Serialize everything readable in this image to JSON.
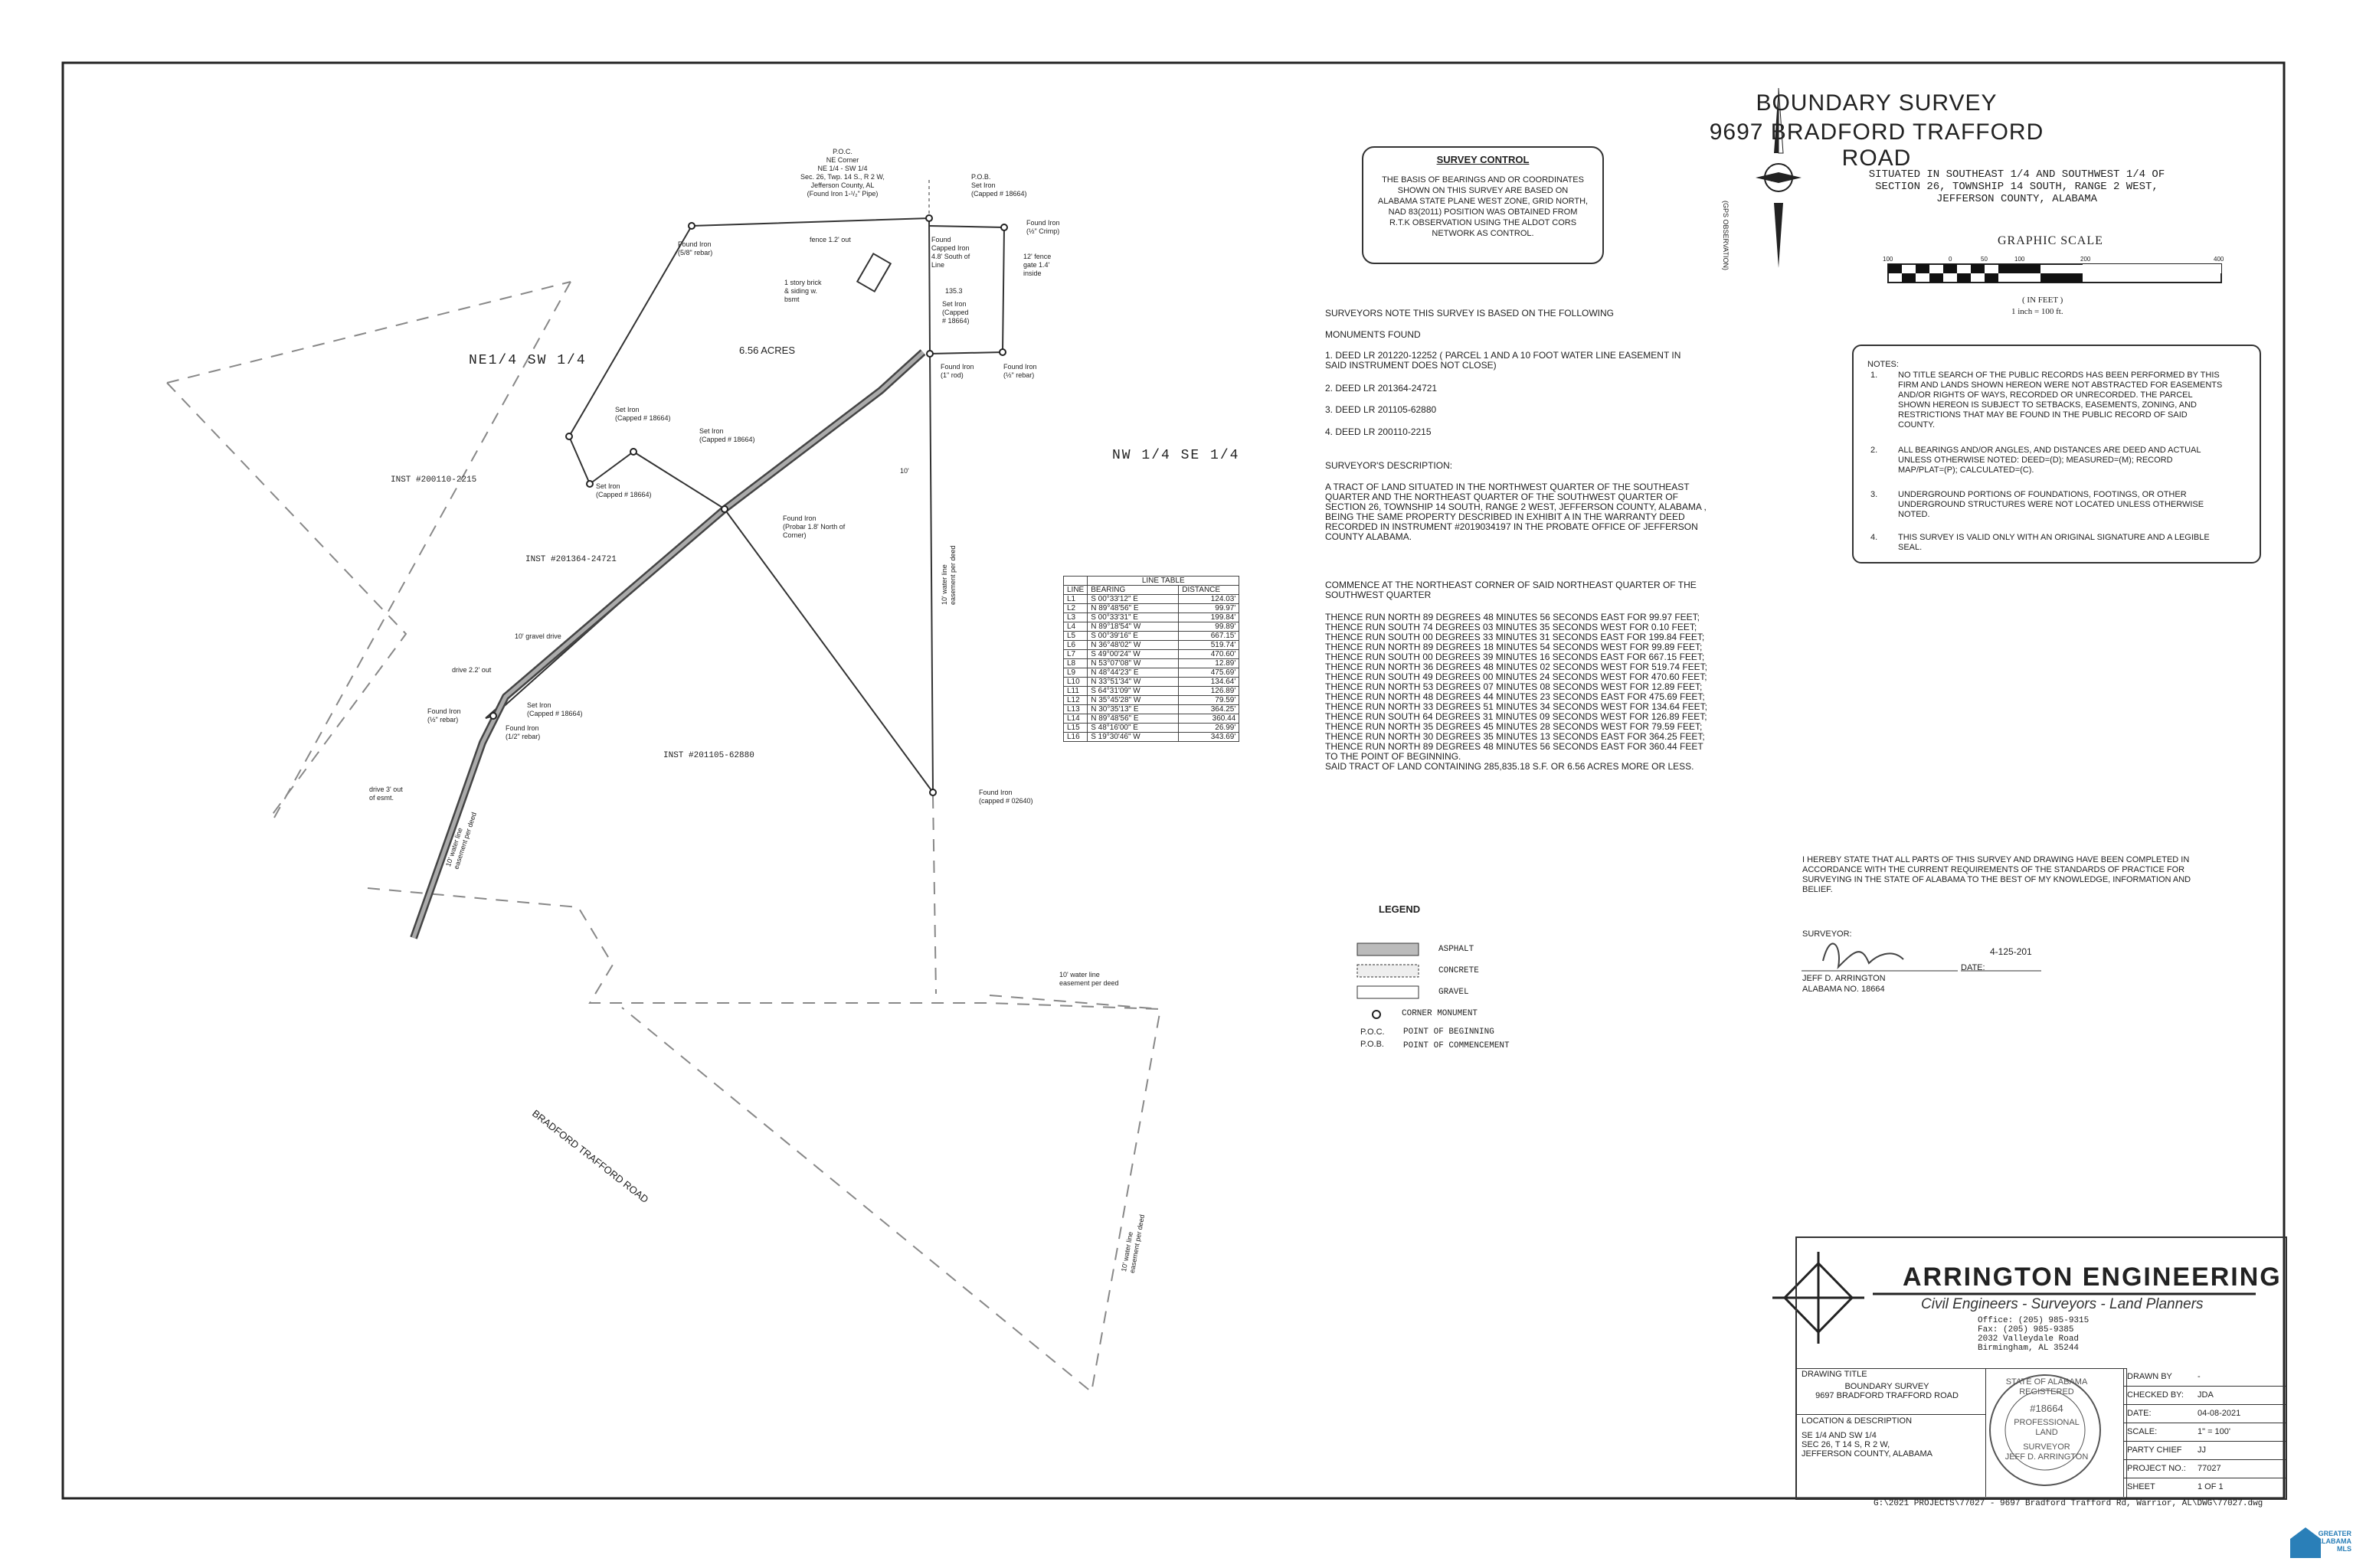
{
  "title": {
    "line1": "BOUNDARY SURVEY",
    "line2": "9697 BRADFORD TRAFFORD ROAD",
    "subtitle": "SITUATED IN SOUTHEAST 1/4 AND SOUTHWEST 1/4 OF\nSECTION 26, TOWNSHIP 14 SOUTH, RANGE 2 WEST,\nJEFFERSON COUNTY, ALABAMA"
  },
  "north_arrow": {
    "label": "(GPS OBSERVATION)",
    "letter": "N"
  },
  "graphic_scale": {
    "title": "GRAPHIC SCALE",
    "ticks": [
      "100",
      "0",
      "50",
      "100",
      "200",
      "400"
    ],
    "unit": "( IN FEET )",
    "ratio": "1 inch = 100 ft."
  },
  "survey_control": {
    "heading": "SURVEY CONTROL",
    "body": "THE BASIS OF BEARINGS AND OR COORDINATES SHOWN ON THIS SURVEY ARE BASED ON ALABAMA STATE PLANE WEST ZONE, GRID NORTH, NAD 83(2011) POSITION WAS OBTAINED FROM R.T.K OBSERVATION USING THE ALDOT CORS NETWORK AS CONTROL."
  },
  "description": {
    "intro": "SURVEYORS NOTE THIS SURVEY IS BASED ON THE FOLLOWING",
    "monuments_heading": "MONUMENTS FOUND",
    "deeds": [
      "1.    DEED LR 201220-12252 ( PARCEL 1 AND A 10  FOOT WATER LINE EASEMENT IN\n        SAID INSTRUMENT DOES NOT CLOSE)",
      "2.    DEED LR 201364-24721",
      "3.    DEED LR 201105-62880",
      "4.    DEED LR 200110-2215"
    ],
    "desc_heading": "SURVEYOR'S DESCRIPTION:",
    "tract": "A TRACT OF LAND SITUATED IN THE NORTHWEST QUARTER OF THE  SOUTHEAST\nQUARTER AND THE NORTHEAST QUARTER OF THE SOUTHWEST QUARTER OF\nSECTION 26, TOWNSHIP 14 SOUTH, RANGE 2 WEST, JEFFERSON COUNTY, ALABAMA ,\nBEING THE SAME PROPERTY  DESCRIBED IN EXHIBIT A IN THE WARRANTY DEED\nRECORDED IN INSTRUMENT #2019034197 IN THE PROBATE OFFICE OF JEFFERSON\nCOUNTY ALABAMA.",
    "commence": "COMMENCE AT THE NORTHEAST CORNER  OF SAID NORTHEAST QUARTER OF THE\nSOUTHWEST QUARTER",
    "calls": "THENCE RUN NORTH 89 DEGREES 48 MINUTES 56 SECONDS EAST FOR 99.97 FEET;\nTHENCE RUN SOUTH 74 DEGREES 03 MINUTES 35 SECONDS WEST FOR 0.10 FEET;\nTHENCE RUN SOUTH 00 DEGREES 33 MINUTES 31 SECONDS EAST FOR 199.84 FEET;\nTHENCE RUN NORTH 89 DEGREES 18 MINUTES 54 SECONDS WEST FOR 99.89 FEET;\nTHENCE RUN SOUTH 00 DEGREES 39 MINUTES 16 SECONDS EAST FOR 667.15 FEET;\nTHENCE RUN NORTH 36 DEGREES 48 MINUTES 02 SECONDS WEST FOR 519.74 FEET;\nTHENCE RUN SOUTH 49 DEGREES 00 MINUTES 24 SECONDS WEST FOR 470.60 FEET;\nTHENCE RUN NORTH 53 DEGREES 07 MINUTES 08 SECONDS WEST FOR 12.89 FEET;\nTHENCE RUN NORTH 48 DEGREES 44 MINUTES 23 SECONDS EAST FOR 475.69 FEET;\nTHENCE RUN NORTH 33 DEGREES 51 MINUTES 34 SECONDS WEST FOR 134.64 FEET;\nTHENCE RUN SOUTH 64 DEGREES 31 MINUTES 09 SECONDS WEST FOR 126.89 FEET;\nTHENCE RUN NORTH 35 DEGREES 45 MINUTES 28 SECONDS WEST FOR 79.59 FEET;\nTHENCE RUN NORTH 30 DEGREES 35 MINUTES 13 SECONDS EAST FOR 364.25 FEET;\nTHENCE RUN NORTH 89 DEGREES 48 MINUTES 56 SECONDS EAST FOR 360.44 FEET\nTO THE POINT OF BEGINNING.\nSAID TRACT OF LAND CONTAINING 285,835.18 S.F. OR 6.56 ACRES MORE OR LESS."
  },
  "notes": {
    "heading": "NOTES:",
    "items": [
      {
        "n": "1.",
        "t": "NO TITLE SEARCH OF THE PUBLIC RECORDS HAS BEEN PERFORMED BY THIS\nFIRM AND LANDS SHOWN HEREON WERE NOT ABSTRACTED FOR EASEMENTS\nAND/OR RIGHTS OF WAYS, RECORDED OR UNRECORDED. THE PARCEL\nSHOWN HEREON IS SUBJECT TO SETBACKS, EASEMENTS, ZONING, AND\nRESTRICTIONS THAT MAY BE FOUND IN THE PUBLIC RECORD OF SAID\nCOUNTY."
      },
      {
        "n": "2.",
        "t": "ALL BEARINGS AND/OR ANGLES, AND DISTANCES ARE DEED AND ACTUAL\nUNLESS OTHERWISE NOTED: DEED=(D); MEASURED=(M); RECORD\nMAP/PLAT=(P); CALCULATED=(C)."
      },
      {
        "n": "3.",
        "t": "UNDERGROUND PORTIONS OF FOUNDATIONS, FOOTINGS, OR OTHER\nUNDERGROUND STRUCTURES WERE NOT LOCATED UNLESS OTHERWISE\nNOTED."
      },
      {
        "n": "4.",
        "t": "THIS SURVEY IS VALID ONLY WITH AN ORIGINAL SIGNATURE AND A LEGIBLE\nSEAL."
      }
    ]
  },
  "line_table": {
    "title": "LINE TABLE",
    "headers": [
      "LINE",
      "BEARING",
      "DISTANCE"
    ],
    "rows": [
      [
        "L1",
        "S  00°33'12\"  E",
        "124.03'"
      ],
      [
        "L2",
        "N  89°48'56\"  E",
        "99.97'"
      ],
      [
        "L3",
        "S  00°33'31\"  E",
        "199.84'"
      ],
      [
        "L4",
        "N  89°18'54\"  W",
        "99.89'"
      ],
      [
        "L5",
        "S  00°39'16\"  E",
        "667.15'"
      ],
      [
        "L6",
        "N  36°48'02\"  W",
        "519.74'"
      ],
      [
        "L7",
        "S  49°00'24\"  W",
        "470.60'"
      ],
      [
        "L8",
        "N  53°07'08\"  W",
        "12.89'"
      ],
      [
        "L9",
        "N  48°44'23\"  E",
        "475.69'"
      ],
      [
        "L10",
        "N  33°51'34\"  W",
        "134.64'"
      ],
      [
        "L11",
        "S  64°31'09\"  W",
        "126.89'"
      ],
      [
        "L12",
        "N  35°45'28\"  W",
        "79.59'"
      ],
      [
        "L13",
        "N  30°35'13\"  E",
        "364.25'"
      ],
      [
        "L14",
        "N  89°48'56\"  E",
        "360.44"
      ],
      [
        "L15",
        "S  48°16'00\"  E",
        "26.99'"
      ],
      [
        "L16",
        "S  19°30'46\"  W",
        "343.69'"
      ]
    ]
  },
  "plan_labels": {
    "poc": "P.O.C.\nNE Corner\nNE 1/4 - SW 1/4\nSec. 26, Twp. 14 S., R 2 W,\nJefferson County, AL\n(Found Iron 1-¹/₂\" Pipe)",
    "pob": "P.O.B.\nSet Iron\n(Capped # 18664)",
    "ne_sw": "NE1/4  SW 1/4",
    "nw_se": "NW 1/4  SE 1/4",
    "acres": "6.56 ACRES",
    "inst1": "INST #200110-2215",
    "inst2": "INST #201364-24721",
    "inst3": "INST #201105-62880",
    "road": "BRADFORD TRAFFORD ROAD",
    "found_58": "Found Iron\n(5/8\" rebar)",
    "fence_out": "fence 1.2' out",
    "cap_iron": "Found\nCapped Iron\n4.8' South of\nLine",
    "crimp": "Found Iron\n(½\" Crimp)",
    "gate": "12' fence\ngate 1.4'\ninside",
    "house": "1 story brick\n& siding w.\nbsmt",
    "d1353": "135.3",
    "set_cap": "Set Iron\n(Capped\n# 18664)",
    "found_1": "Found Iron\n(1\" rod)",
    "found_12": "Found Iron\n(½\" rebar)",
    "set1": "Set Iron\n(Capped # 18664)",
    "set2": "Set Iron\n(Capped # 18664)",
    "set3": "Set Iron\n(Capped # 18664)",
    "probar": "Found Iron\n(Probar 1.8' North of\nCorner)",
    "ten": "10'",
    "ease1": "10' water line\neasement per deed",
    "gravel": "10' gravel drive",
    "drive22": "drive 2.2' out",
    "set4": "Set Iron\n(Capped # 18664)",
    "found_r": "Found Iron\n(½\" rebar)",
    "found_12b": "Found Iron\n(1/2\" rebar)",
    "drive3": "drive 3' out\nof esmt.",
    "found_02640": "Found Iron\n(capped # 02640)",
    "ease2": "10' water line\neasement per deed",
    "ease3": "10' water line\neasement per deed",
    "ease4": "10' water line\neasement per deed"
  },
  "legend": {
    "heading": "LEGEND",
    "asphalt": "ASPHALT",
    "concrete": "CONCRETE",
    "gravel": "GRAVEL",
    "monument": "CORNER MONUMENT",
    "poc": "P.O.C.",
    "poc_t": "POINT OF BEGINNING",
    "pob": "P.O.B.",
    "pob_t": "POINT OF COMMENCEMENT"
  },
  "certification": {
    "statement": "I HEREBY STATE THAT ALL PARTS OF THIS SURVEY AND DRAWING HAVE BEEN COMPLETED IN\nACCORDANCE WITH THE CURRENT REQUIREMENTS OF THE STANDARDS OF PRACTICE FOR\nSURVEYING IN THE STATE OF ALABAMA TO THE BEST OF MY KNOWLEDGE, INFORMATION AND\nBELIEF.",
    "surveyor_label": "SURVEYOR:",
    "date_value": "4-125-201",
    "date_label": "DATE:",
    "name": "JEFF D. ARRINGTON",
    "license": "ALABAMA NO. 18664"
  },
  "company": {
    "name": "ARRINGTON ENGINEERING",
    "tagline": "Civil Engineers - Surveyors - Land Planners",
    "contact": "Office:  (205) 985-9315\nFax:      (205) 985-9385\n2032 Valleydale Road\nBirmingham, AL 35244"
  },
  "title_block": {
    "drawing_title_label": "DRAWING TITLE",
    "drawing_title": "BOUNDARY SURVEY\n9697 BRADFORD TRAFFORD ROAD",
    "loc_label": "LOCATION & DESCRIPTION",
    "loc": "SE 1/4 AND SW 1/4\nSEC 26, T 14 S, R 2 W,\nJEFFERSON COUNTY, ALABAMA",
    "seal": {
      "top": "STATE OF ALABAMA",
      "reg": "REGISTERED",
      "num": "#18664",
      "prof": "PROFESSIONAL",
      "land": "LAND",
      "surv": "SURVEYOR",
      "name": "JEFF D. ARRINGTON"
    },
    "rows": [
      {
        "k": "DRAWN BY",
        "v": "-"
      },
      {
        "k": "CHECKED BY:",
        "v": "JDA"
      },
      {
        "k": "DATE:",
        "v": "04-08-2021"
      },
      {
        "k": "SCALE:",
        "v": "1\" = 100'"
      },
      {
        "k": "PARTY CHIEF",
        "v": "JJ"
      },
      {
        "k": "PROJECT NO.:",
        "v": "77027"
      },
      {
        "k": "SHEET",
        "v": "1 OF 1"
      }
    ]
  },
  "file_path": "G:\\2021 PROJECTS\\77027 - 9697 Bradford Trafford Rd, Warrior, AL\\DWG\\77027.dwg",
  "watermark": {
    "line1": "GREATER",
    "line2": "ALABAMA",
    "line3": "MLS"
  }
}
